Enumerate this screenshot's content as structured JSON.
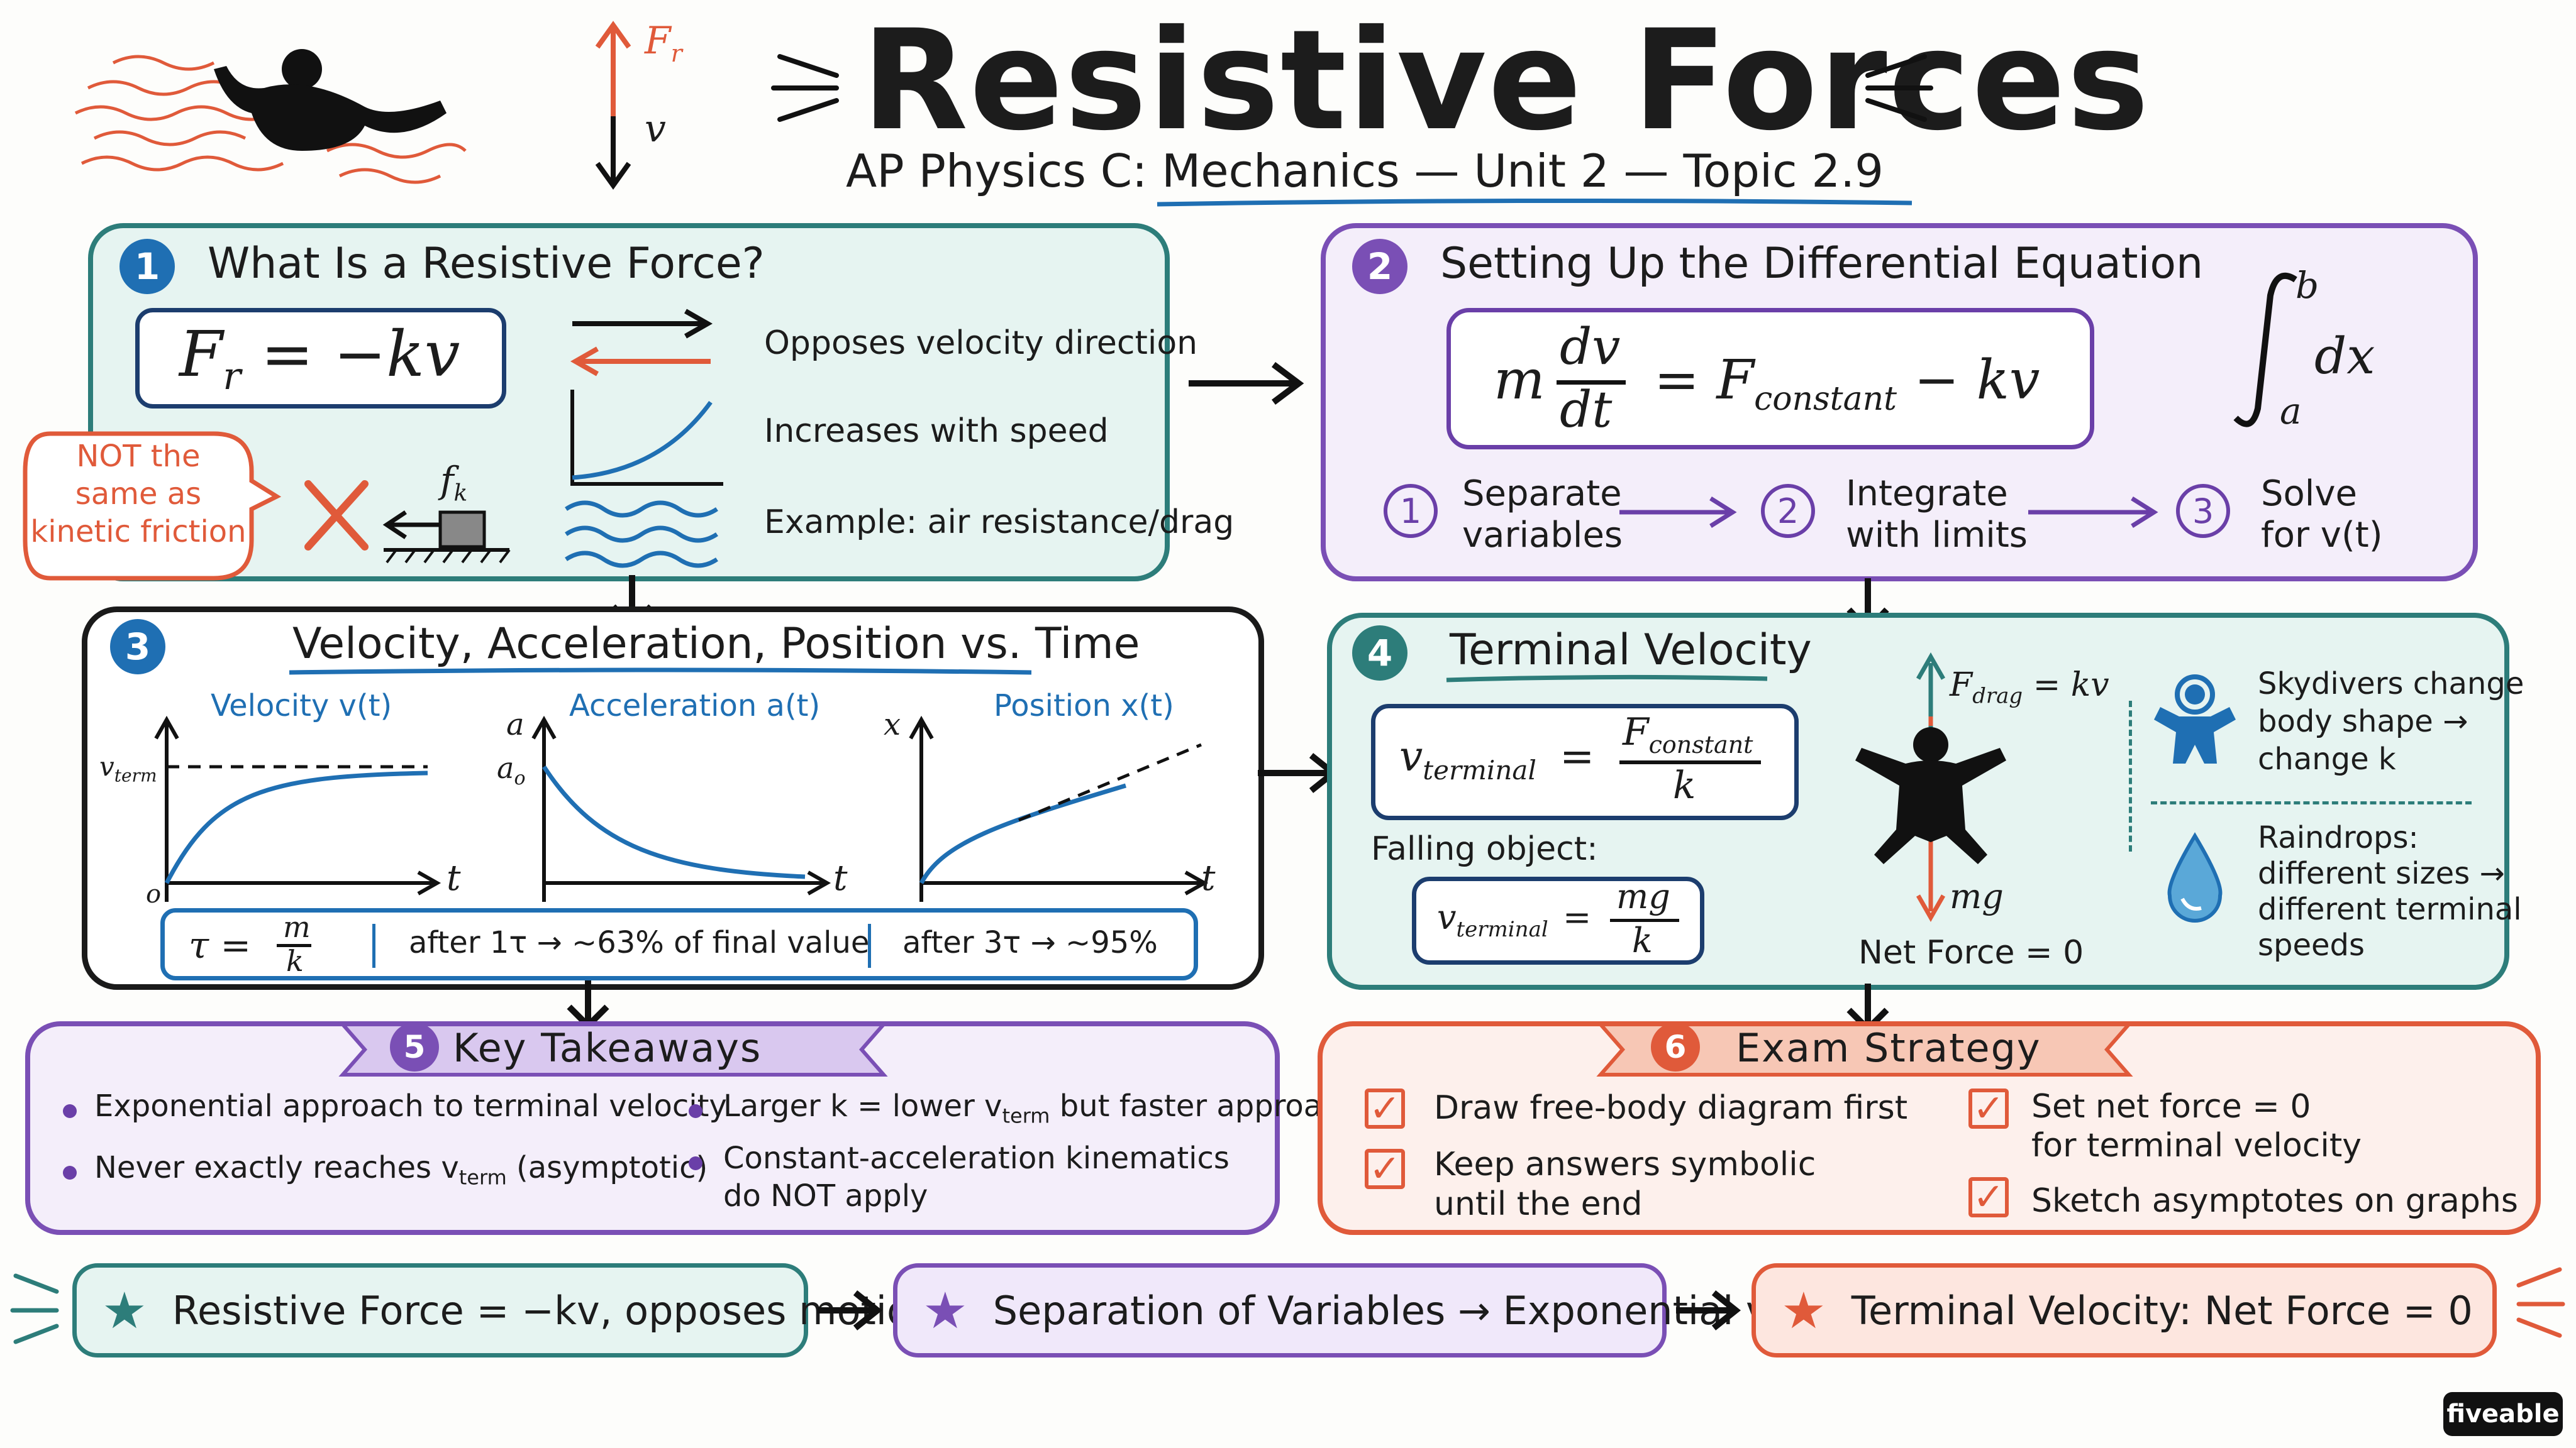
{
  "header": {
    "title": "Resistive Forces",
    "subtitle": "AP Physics C: Mechanics — Unit 2 — Topic 2.9",
    "fr_label": "F",
    "fr_sub": "r",
    "v_label": "v"
  },
  "panel1": {
    "number": "1",
    "title": "What Is a Resistive Force?",
    "formula_lhs": "F",
    "formula_sub": "r",
    "formula_rhs": "= −kv",
    "facts": [
      "Opposes velocity direction",
      "Increases with speed",
      "Example: air resistance/drag"
    ],
    "not_same_line1": "NOT the",
    "not_same_line2": "same as",
    "not_same_line3": "kinetic friction",
    "fk_label": "f",
    "fk_sub": "k"
  },
  "panel2": {
    "number": "2",
    "title": "Setting Up the Differential Equation",
    "eq_m": "m",
    "eq_dv": "dv",
    "eq_dt": "dt",
    "eq_rhs1": "= F",
    "eq_sub": "constant",
    "eq_rhs2": "− kv",
    "integral_upper": "b",
    "integral_lower": "a",
    "integral_dx": "dx",
    "steps": [
      {
        "num": "1",
        "line1": "Separate",
        "line2": "variables"
      },
      {
        "num": "2",
        "line1": "Integrate",
        "line2": "with limits"
      },
      {
        "num": "3",
        "line1": "Solve",
        "line2": "for v(t)"
      }
    ]
  },
  "panel3": {
    "number": "3",
    "title": "Velocity, Acceleration, Position vs. Time",
    "graph_titles": [
      "Velocity  v(t)",
      "Acceleration  a(t)",
      "Position  x(t)"
    ],
    "vterm_label": "v",
    "vterm_sub": "term",
    "a_axis": "a",
    "a0_label": "a",
    "a0_sub": "o",
    "x_axis": "x",
    "t_axis": "t",
    "origin": "o",
    "tau_lhs": "τ =",
    "tau_num": "m",
    "tau_den": "k",
    "after1": "after 1τ → ~63% of final value",
    "after3": "after 3τ → ~95%"
  },
  "panel4": {
    "number": "4",
    "title": "Terminal Velocity",
    "vt": "v",
    "vt_sub": "terminal",
    "eq": "=",
    "f_num": "F",
    "f_num_sub": "constant",
    "f_den": "k",
    "falling_label": "Falling object:",
    "mg_num": "mg",
    "mg_den": "k",
    "fdrag": "F",
    "fdrag_sub": "drag",
    "fdrag_rhs": "= kv",
    "mg_label": "mg",
    "net_force": "Net Force = 0",
    "skydivers": [
      "Skydivers change",
      "body shape →",
      "change k"
    ],
    "raindrops": [
      "Raindrops:",
      "different sizes →",
      "different terminal",
      "speeds"
    ]
  },
  "panel5": {
    "number": "5",
    "title": "Key Takeaways",
    "items": [
      "Exponential approach to terminal velocity",
      "Never exactly reaches v",
      "Larger k = lower v",
      "Constant-acceleration kinematics",
      "do NOT apply"
    ],
    "term_sub": "term",
    "item2_tail": "(asymptotic)",
    "item3_tail": "but faster approach"
  },
  "panel6": {
    "number": "6",
    "title": "Exam Strategy",
    "items": [
      [
        "Draw free-body diagram first"
      ],
      [
        "Keep answers symbolic",
        "until the end"
      ],
      [
        "Set net force = 0",
        "for terminal velocity"
      ],
      [
        "Sketch asymptotes on graphs"
      ]
    ]
  },
  "summary": [
    "Resistive Force = −kv, opposes motion",
    "Separation of Variables → Exponential v(t)",
    "Terminal Velocity: Net Force = 0"
  ],
  "brand": "fiveable",
  "colors": {
    "teal": "#2d7d7a",
    "purple": "#7a4fb5",
    "red": "#e05a3a",
    "blue": "#1f6fb3",
    "navy": "#1c3d6e"
  }
}
